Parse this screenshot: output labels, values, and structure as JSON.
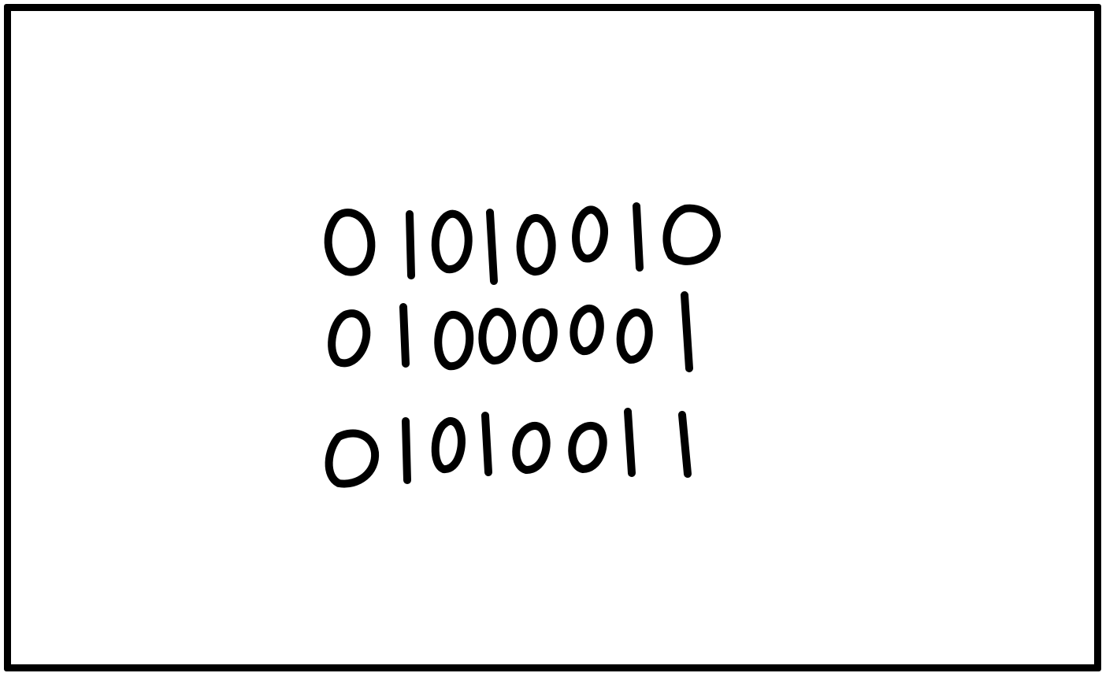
{
  "panel": {
    "rows": [
      "01010010",
      "01000001",
      "01010011"
    ],
    "ink_color": "#000000",
    "background_color": "#ffffff"
  }
}
